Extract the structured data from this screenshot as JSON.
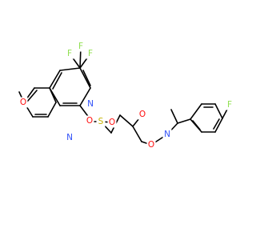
{
  "molecule": {
    "colors": {
      "bond": "#000000",
      "carbon": "#000000",
      "nitrogen": "#3050F8",
      "oxygen": "#FF0D0D",
      "fluorine": "#90E050",
      "sulfur": "#C6B200"
    },
    "atoms": {
      "f_top_left": "F",
      "f_top_mid": "F",
      "f_top_right": "F",
      "o_methoxy": "O",
      "n_ring_upper": "N",
      "n_ring_lower": "N",
      "s_sulfonyl": "S",
      "o_sulfonyl_left": "O",
      "o_sulfonyl_right": "O",
      "o_carbonyl": "O",
      "o_ester": "O",
      "n_oxime": "N",
      "f_aryl": "F"
    }
  }
}
